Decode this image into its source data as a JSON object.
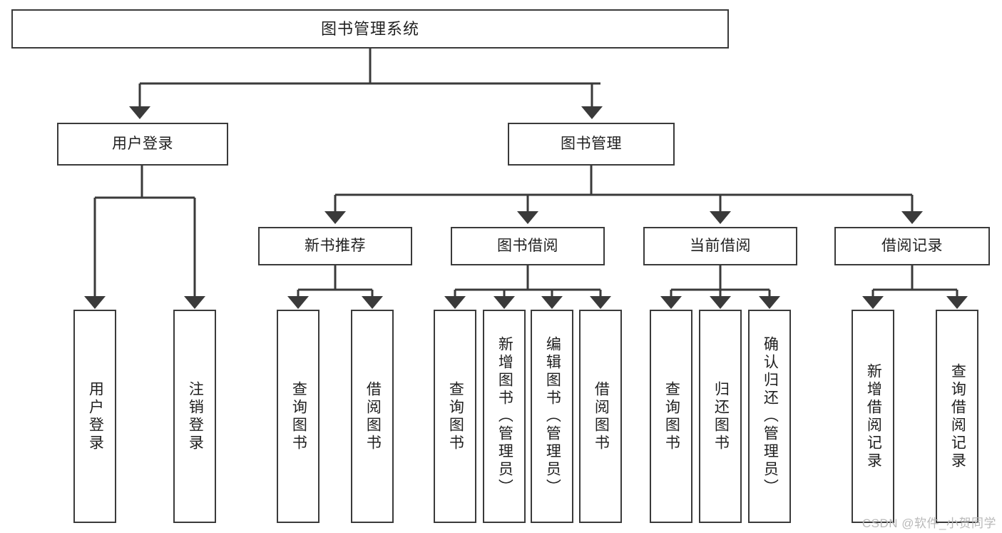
{
  "diagram": {
    "title": "图书管理系统",
    "watermark": "CSDN @软件_小贺同学",
    "line_color": "#3a3a3a",
    "background": "#ffffff",
    "text_color": "#1f1f1f",
    "type": "tree-hierarchy",
    "root": {
      "label": "图书管理系统"
    },
    "level2": [
      {
        "label": "用户登录"
      },
      {
        "label": "图书管理"
      }
    ],
    "level3": [
      {
        "label": "新书推荐"
      },
      {
        "label": "图书借阅"
      },
      {
        "label": "当前借阅"
      },
      {
        "label": "借阅记录"
      }
    ],
    "leaves": {
      "user_login": [
        {
          "label": "用户登录"
        },
        {
          "label": "注销登录"
        }
      ],
      "new_book_recommend": [
        {
          "label": "查询图书"
        },
        {
          "label": "借阅图书"
        }
      ],
      "book_borrow": [
        {
          "label": "查询图书"
        },
        {
          "label": "新增图书（管理员）"
        },
        {
          "label": "编辑图书（管理员）"
        },
        {
          "label": "借阅图书"
        }
      ],
      "current_borrow": [
        {
          "label": "查询图书"
        },
        {
          "label": "归还图书"
        },
        {
          "label": "确认归还（管理员）"
        }
      ],
      "borrow_record": [
        {
          "label": "新增借阅记录"
        },
        {
          "label": "查询借阅记录"
        }
      ]
    }
  }
}
